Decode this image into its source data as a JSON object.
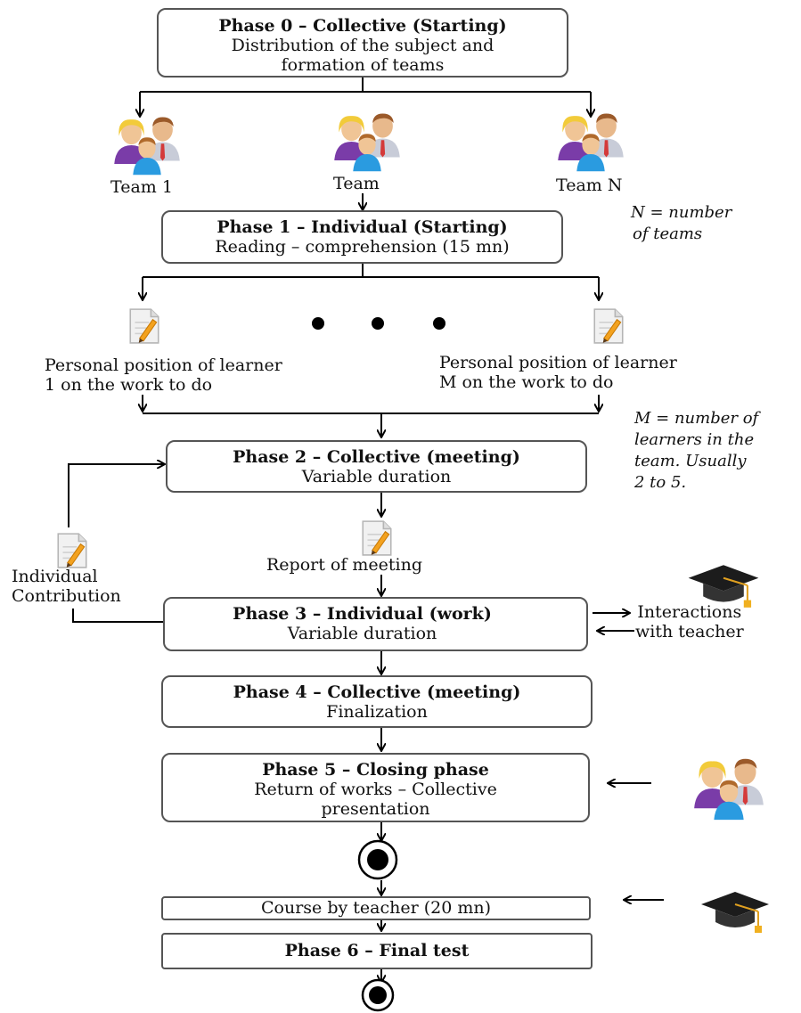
{
  "phase0": {
    "title": "Phase 0 – Collective (Starting)",
    "line1": "Distribution of the subject and",
    "line2": "formation of teams"
  },
  "teams": {
    "team1": "Team 1",
    "team": "Team",
    "teamN": "Team N"
  },
  "note_n": {
    "line1": "N = number",
    "line2": "of teams"
  },
  "phase1": {
    "title": "Phase 1 – Individual (Starting)",
    "line1": "Reading – comprehension (15 mn)"
  },
  "positions": {
    "left_line1": "Personal position of learner",
    "left_line2": "1 on the work to do",
    "right_line1": "Personal position of learner",
    "right_line2": "M on the work to do"
  },
  "note_m": {
    "line1": "M = number of",
    "line2": "learners in the",
    "line3": "team. Usually",
    "line4": "2 to 5."
  },
  "phase2": {
    "title": "Phase 2 – Collective (meeting)",
    "line1": "Variable duration"
  },
  "report": "Report of meeting",
  "contribution": {
    "line1": "Individual",
    "line2": "Contribution"
  },
  "phase3": {
    "title": "Phase 3 – Individual (work)",
    "line1": "Variable duration"
  },
  "interactions": {
    "line1": "Interactions",
    "line2": "with teacher"
  },
  "phase4": {
    "title": "Phase 4 – Collective (meeting)",
    "line1": "Finalization"
  },
  "phase5": {
    "title": "Phase 5 – Closing phase",
    "line1": "Return of works – Collective",
    "line2": "presentation"
  },
  "course": "Course by teacher (20 mn)",
  "phase6": {
    "title": "Phase 6 – Final test"
  },
  "icons": [
    "team-icon",
    "document-pencil-icon",
    "graduation-cap-icon",
    "user-icon",
    "end-node-icon"
  ]
}
